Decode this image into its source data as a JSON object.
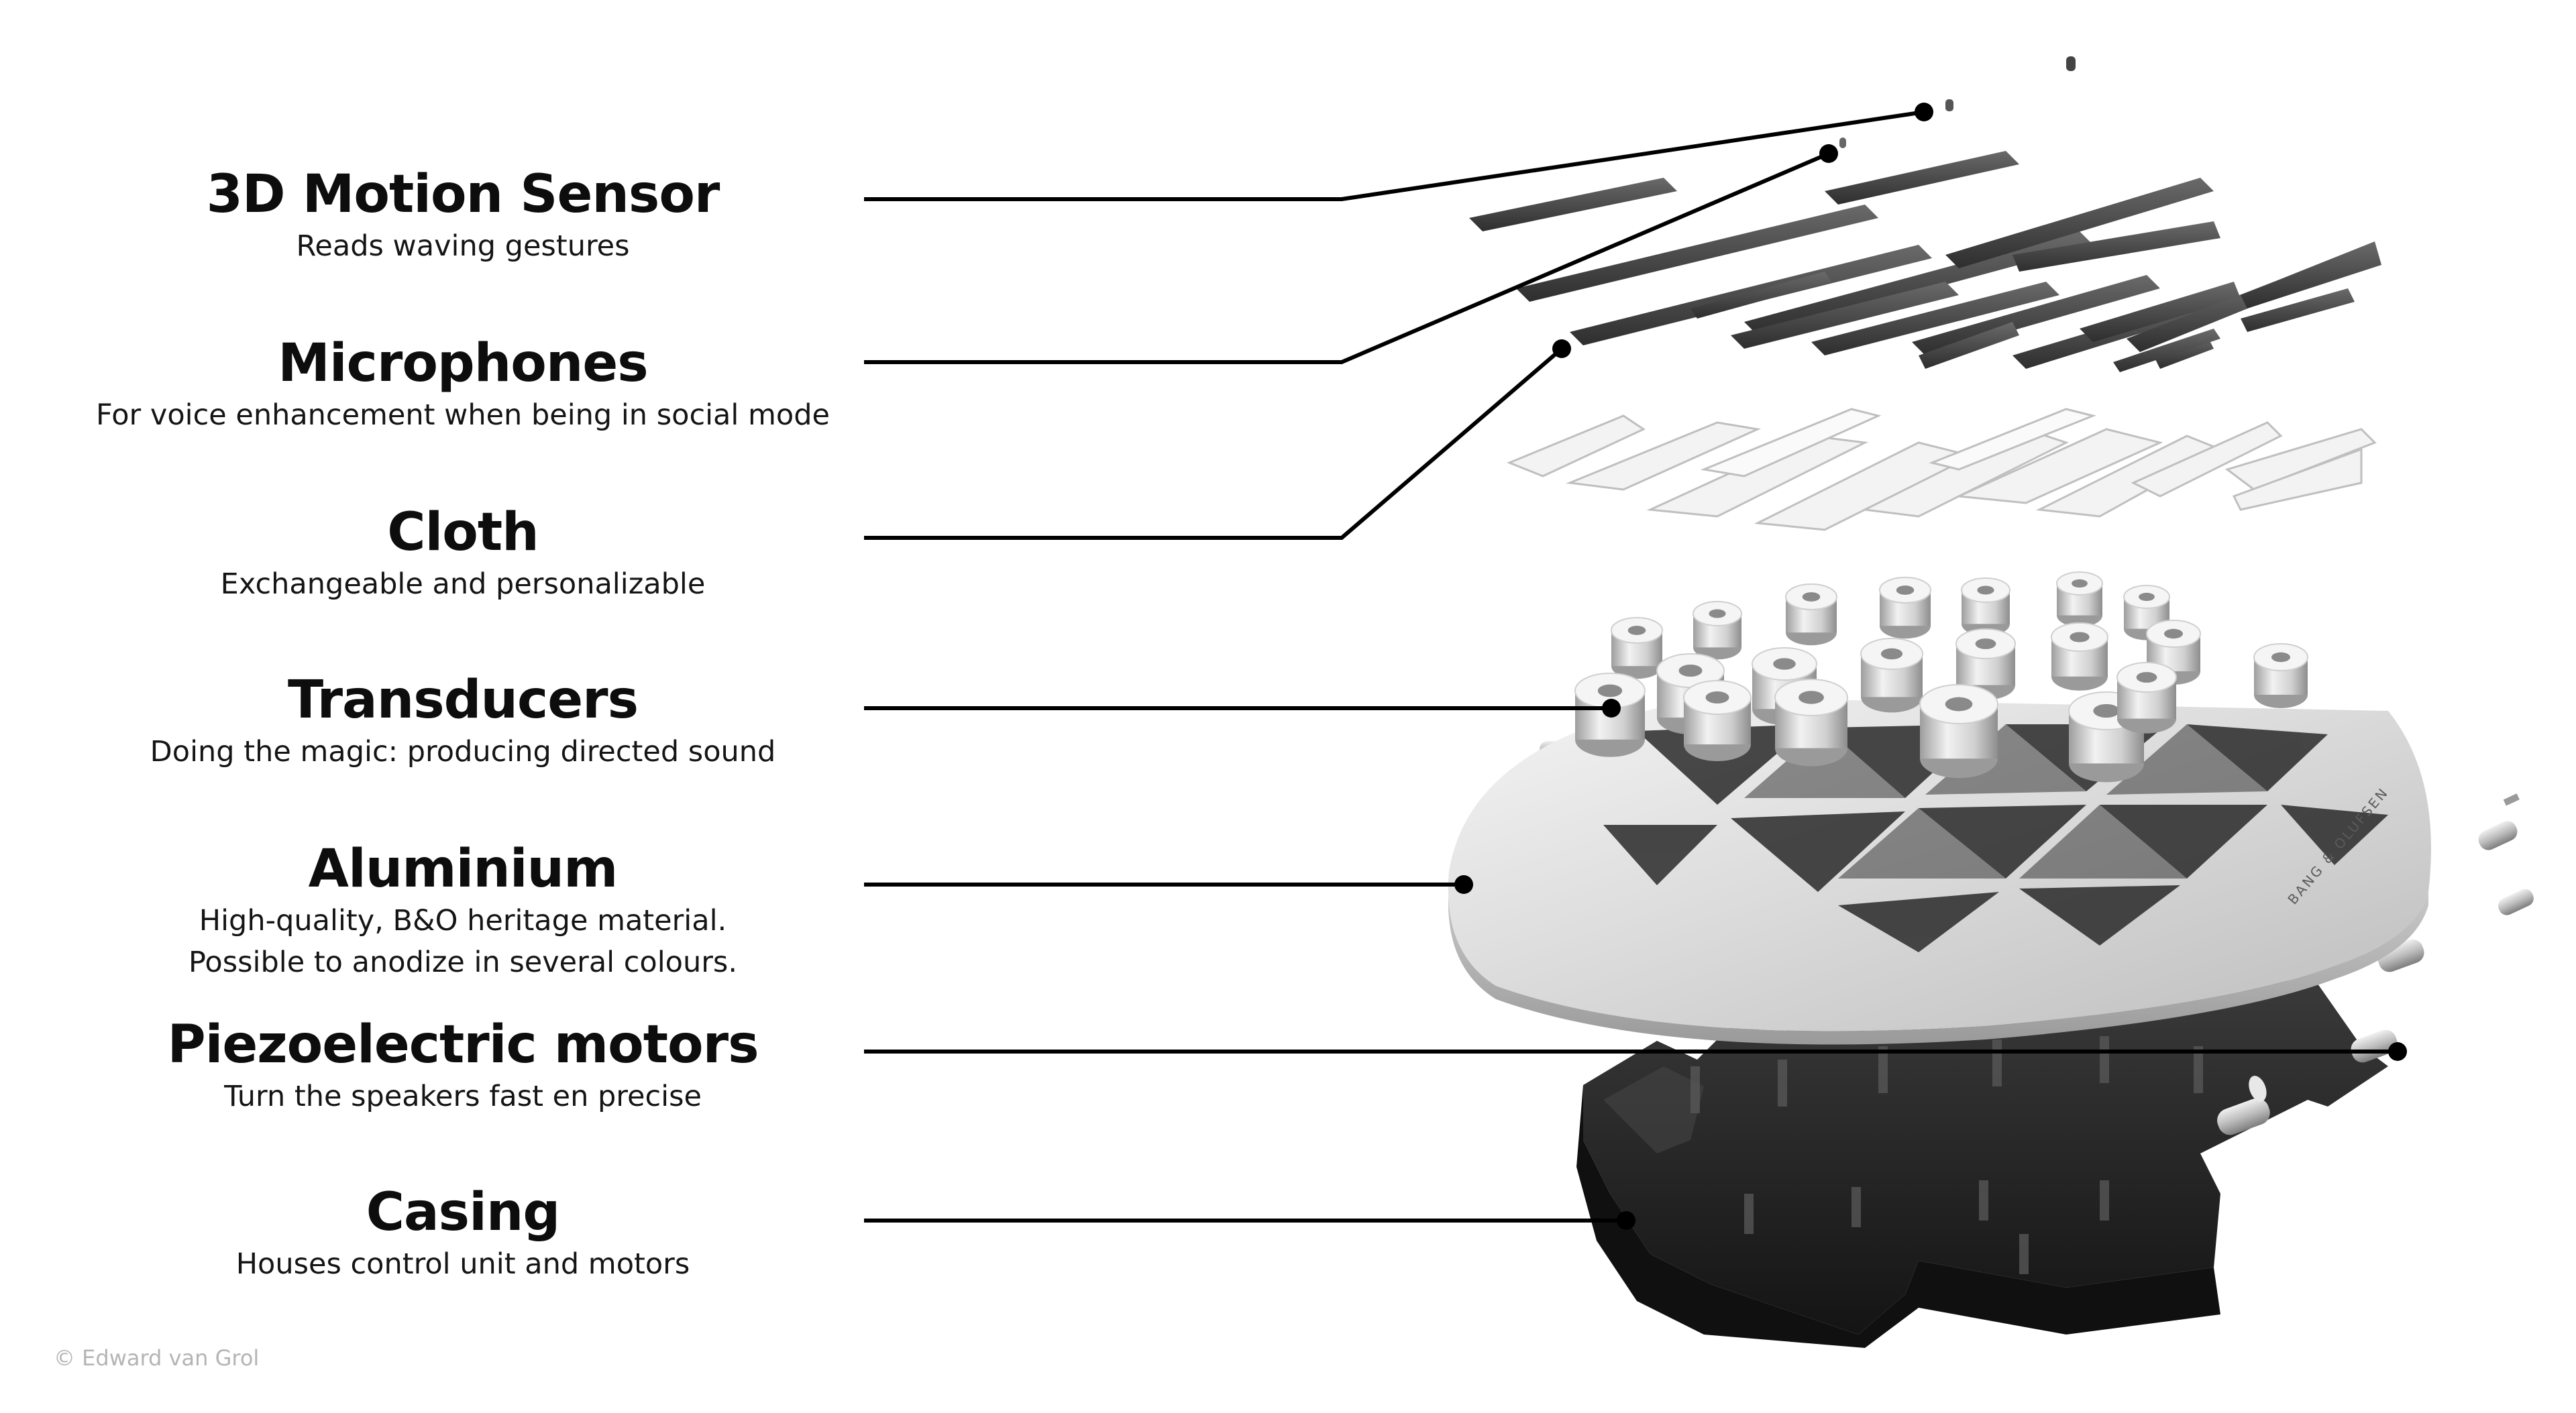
{
  "components": [
    {
      "id": "motion-sensor",
      "title": "3D Motion Sensor",
      "subtitle": [
        "Reads waving gestures"
      ]
    },
    {
      "id": "microphones",
      "title": "Microphones",
      "subtitle": [
        "For voice enhancement when being in social mode"
      ]
    },
    {
      "id": "cloth",
      "title": "Cloth",
      "subtitle": [
        "Exchangeable and personalizable"
      ]
    },
    {
      "id": "transducers",
      "title": "Transducers",
      "subtitle": [
        "Doing the magic: producing directed sound"
      ]
    },
    {
      "id": "aluminium",
      "title": "Aluminium",
      "subtitle": [
        "High-quality, B&O heritage material.",
        "Possible to anodize in several colours."
      ]
    },
    {
      "id": "piezo-motors",
      "title": "Piezoelectric motors",
      "subtitle": [
        "Turn the speakers fast en precise"
      ]
    },
    {
      "id": "casing",
      "title": "Casing",
      "subtitle": [
        "Houses control unit and motors"
      ]
    }
  ],
  "plate_engraving": "BANG & OLUFSEN",
  "credit": "© Edward van Grol",
  "colors": {
    "text": "#0d0d0d",
    "leader": "#000000",
    "credit": "#b4b4b4",
    "casing": "#262626",
    "aluminium": "#d8d8d8",
    "sensor_bars": "#4a4a4a"
  }
}
